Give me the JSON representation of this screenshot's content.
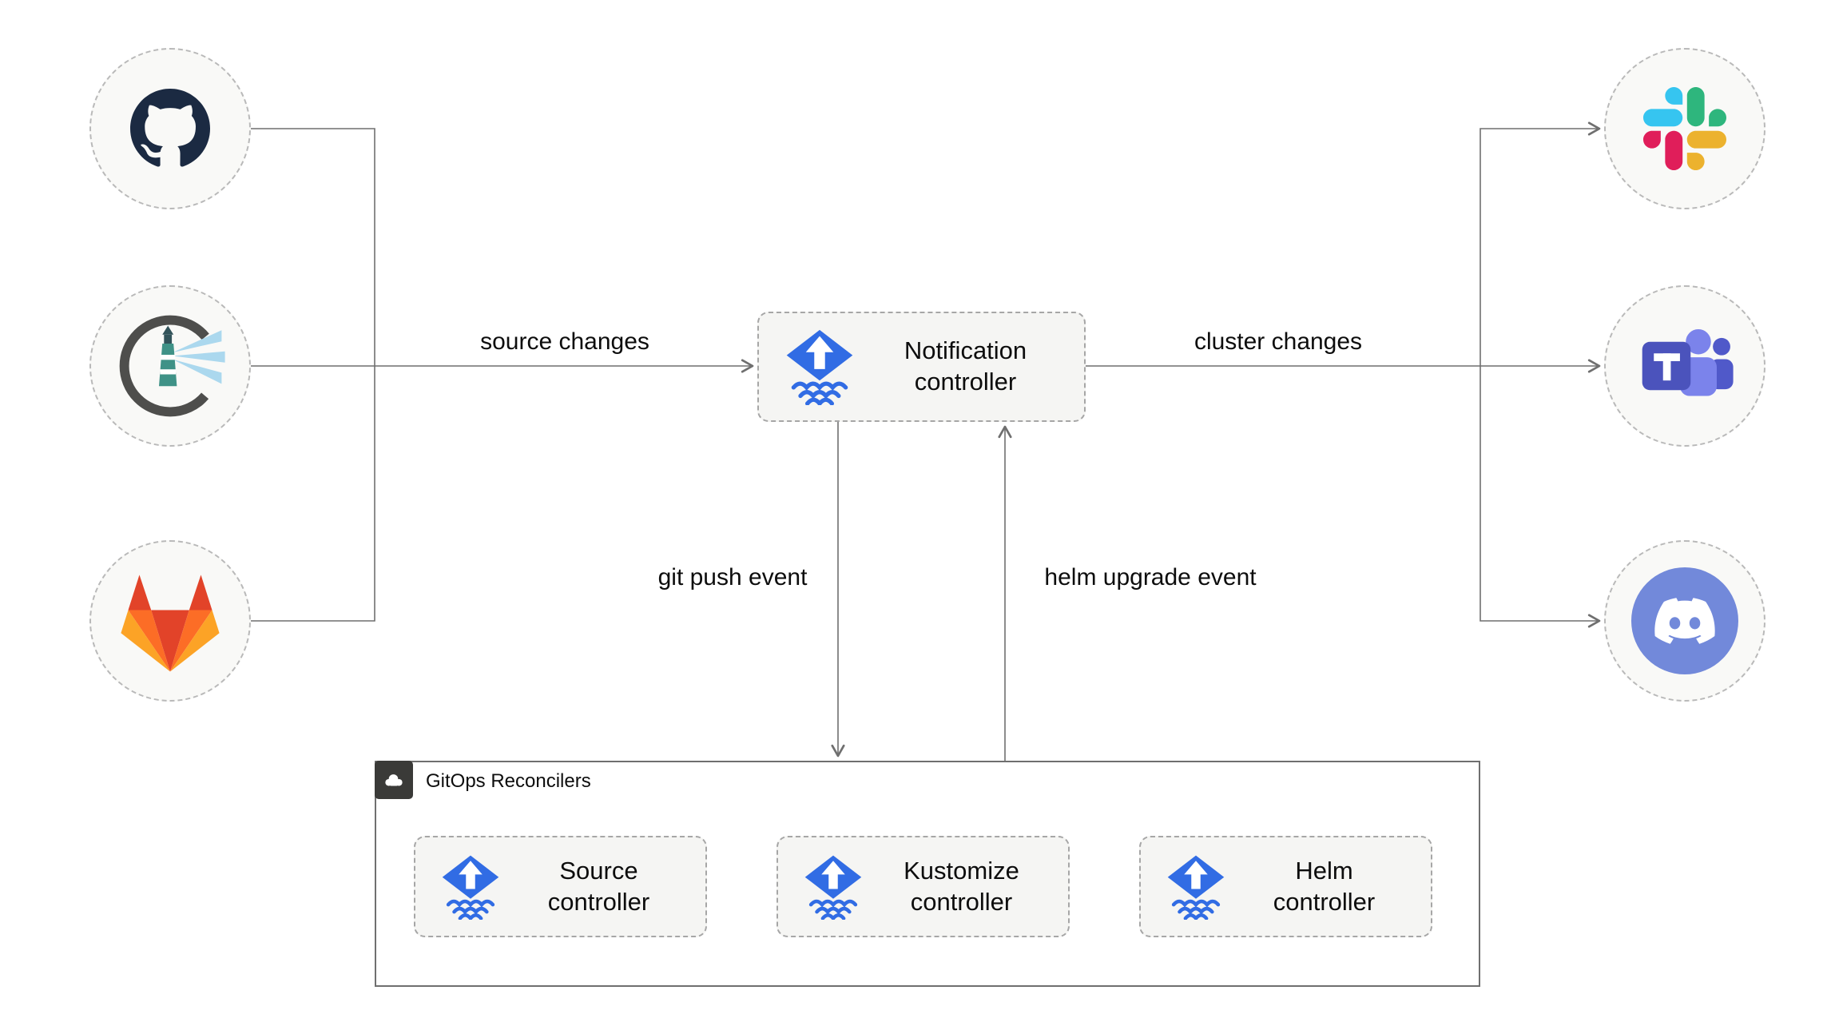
{
  "nodes": {
    "github": {
      "icon": "github-icon"
    },
    "harbor": {
      "icon": "harbor-icon"
    },
    "gitlab": {
      "icon": "gitlab-icon"
    },
    "slack": {
      "icon": "slack-icon"
    },
    "teams": {
      "icon": "microsoft-teams-icon"
    },
    "discord": {
      "icon": "discord-icon"
    },
    "notification_controller": {
      "label": "Notification\ncontroller",
      "icon": "flux-icon"
    },
    "source_controller": {
      "label": "Source\ncontroller",
      "icon": "flux-icon"
    },
    "kustomize_controller": {
      "label": "Kustomize\ncontroller",
      "icon": "flux-icon"
    },
    "helm_controller": {
      "label": "Helm\ncontroller",
      "icon": "flux-icon"
    }
  },
  "container": {
    "label": "GitOps Reconcilers",
    "icon": "cloud-icon"
  },
  "edge_labels": {
    "source_changes": "source changes",
    "cluster_changes": "cluster changes",
    "git_push_event": "git push event",
    "helm_upgrade_event": "helm upgrade event"
  },
  "colors": {
    "flux_blue": "#316ce4",
    "github_dark": "#1b2a42",
    "gitlab_red": "#e24329",
    "gitlab_orange": "#fc6d26",
    "gitlab_amber": "#fca326",
    "slack_blue": "#36c5f0",
    "slack_green": "#2eb67d",
    "slack_yellow": "#ecb22e",
    "slack_red": "#e01e5a",
    "teams_purple": "#4b53bc",
    "teams_light_purple": "#7b83eb",
    "teams_dark_purple": "#5059c9",
    "discord_blurple": "#7289da",
    "harbor_teal": "#3f9287",
    "connector_gray": "#6f6f6f"
  }
}
